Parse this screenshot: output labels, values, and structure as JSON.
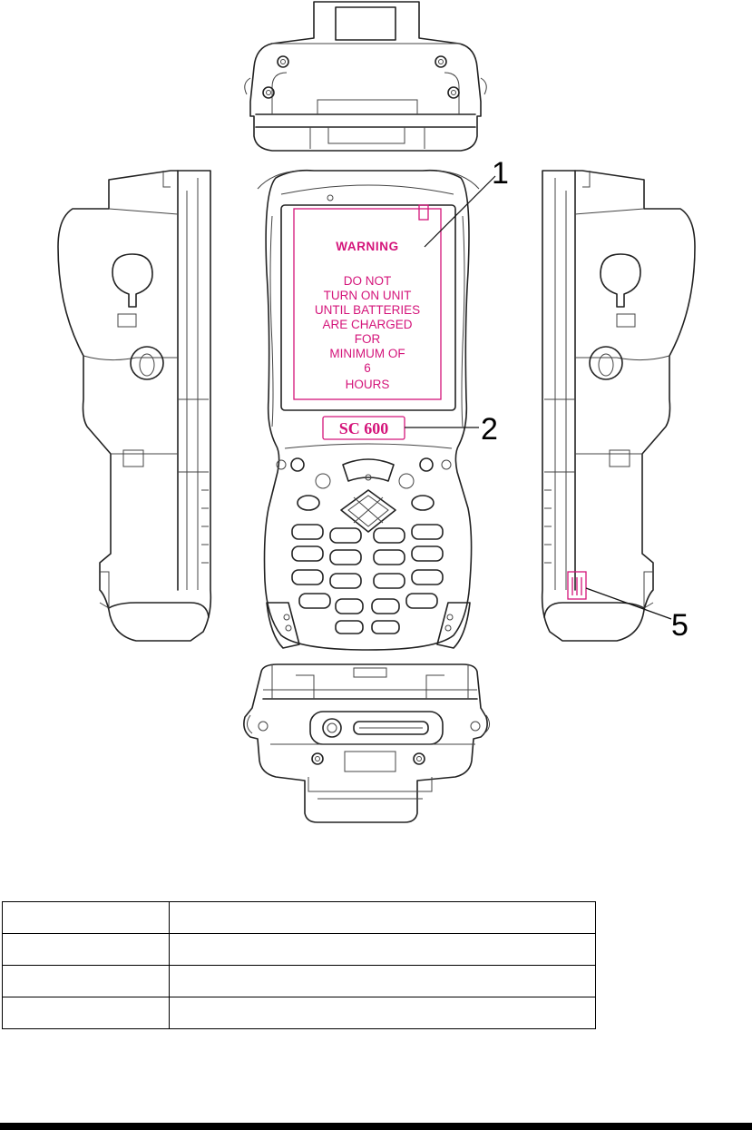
{
  "label": {
    "lines": [
      "WARNING",
      "DO NOT",
      "TURN ON UNIT",
      "UNTIL BATTERIES",
      "ARE CHARGED",
      "FOR",
      "MINIMUM OF",
      "6",
      "HOURS"
    ],
    "color": "#d4147a"
  },
  "model_badge": {
    "text": "SC 600",
    "color": "#d4147a"
  },
  "callouts": [
    "1",
    "2",
    "5"
  ],
  "table": {
    "rows": [
      [
        "",
        ""
      ],
      [
        "",
        ""
      ],
      [
        "",
        ""
      ],
      [
        "",
        ""
      ]
    ]
  }
}
